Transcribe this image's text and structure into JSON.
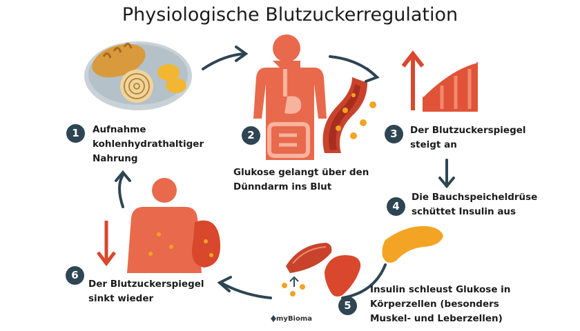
{
  "title": "Physiologische Blutzuckerregulation",
  "steps": [
    {
      "number": "1",
      "lines": [
        "Aufnahme",
        "kohlenhydrathaltiger",
        "Nahrung"
      ]
    },
    {
      "number": "2",
      "lines": [
        "Glukose gelangt über den",
        "Dünndarm ins Blut"
      ]
    },
    {
      "number": "3",
      "lines": [
        "Der Blutzuckerspiegel",
        "steigt an"
      ]
    },
    {
      "number": "4",
      "lines": [
        "Die Bauchspeicheldrüse",
        "schüttet Insulin aus"
      ]
    },
    {
      "number": "5",
      "lines": [
        "Insulin schleust Glukose in",
        "Körperzellen (besonders",
        "Muskel- und Leberzellen)"
      ]
    },
    {
      "number": "6",
      "lines": [
        "Der Blutzuckerspiegel",
        "sinkt wieder"
      ]
    }
  ],
  "brand": "myBioma",
  "colors": {
    "badge": "#2e4553",
    "arrow": "#2e4553",
    "organ": "#e9694c",
    "accent": "#f3a424",
    "alert": "#d9472c"
  }
}
